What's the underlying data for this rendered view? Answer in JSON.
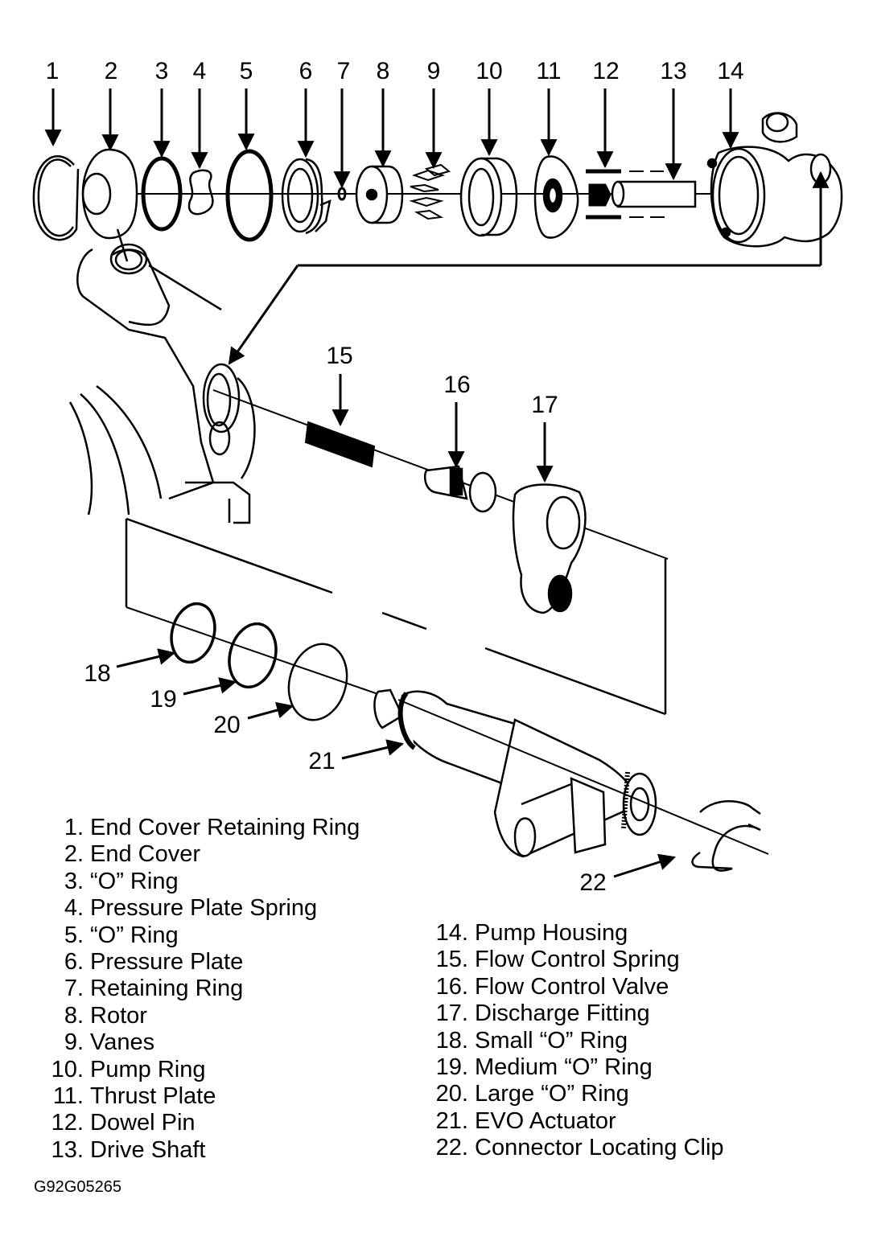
{
  "figure": {
    "title": "Power Steering Pump Exploded View",
    "figure_id": "G92G05265",
    "colors": {
      "line": "#000000",
      "background": "#ffffff"
    }
  },
  "callouts": [
    {
      "num": "1"
    },
    {
      "num": "2"
    },
    {
      "num": "3"
    },
    {
      "num": "4"
    },
    {
      "num": "5"
    },
    {
      "num": "6"
    },
    {
      "num": "7"
    },
    {
      "num": "8"
    },
    {
      "num": "9"
    },
    {
      "num": "10"
    },
    {
      "num": "11"
    },
    {
      "num": "12"
    },
    {
      "num": "13"
    },
    {
      "num": "14"
    },
    {
      "num": "15"
    },
    {
      "num": "16"
    },
    {
      "num": "17"
    },
    {
      "num": "18"
    },
    {
      "num": "19"
    },
    {
      "num": "20"
    },
    {
      "num": "21"
    },
    {
      "num": "22"
    }
  ],
  "legend": {
    "left": [
      {
        "num": "1.",
        "label": "End Cover Retaining Ring"
      },
      {
        "num": "2.",
        "label": "End Cover"
      },
      {
        "num": "3.",
        "label": "“O” Ring"
      },
      {
        "num": "4.",
        "label": "Pressure Plate Spring"
      },
      {
        "num": "5.",
        "label": "“O” Ring"
      },
      {
        "num": "6.",
        "label": "Pressure Plate"
      },
      {
        "num": "7.",
        "label": "Retaining Ring"
      },
      {
        "num": "8.",
        "label": "Rotor"
      },
      {
        "num": "9.",
        "label": "Vanes"
      },
      {
        "num": "10.",
        "label": "Pump Ring"
      },
      {
        "num": "11.",
        "label": "Thrust Plate"
      },
      {
        "num": "12.",
        "label": "Dowel Pin"
      },
      {
        "num": "13.",
        "label": "Drive Shaft"
      }
    ],
    "right": [
      {
        "num": "14.",
        "label": "Pump Housing"
      },
      {
        "num": "15.",
        "label": "Flow Control Spring"
      },
      {
        "num": "16.",
        "label": "Flow Control Valve"
      },
      {
        "num": "17.",
        "label": "Discharge Fitting"
      },
      {
        "num": "18.",
        "label": "Small “O” Ring"
      },
      {
        "num": "19.",
        "label": "Medium “O” Ring"
      },
      {
        "num": "20.",
        "label": "Large “O” Ring"
      },
      {
        "num": "21.",
        "label": "EVO Actuator"
      },
      {
        "num": "22.",
        "label": "Connector Locating Clip"
      }
    ]
  }
}
